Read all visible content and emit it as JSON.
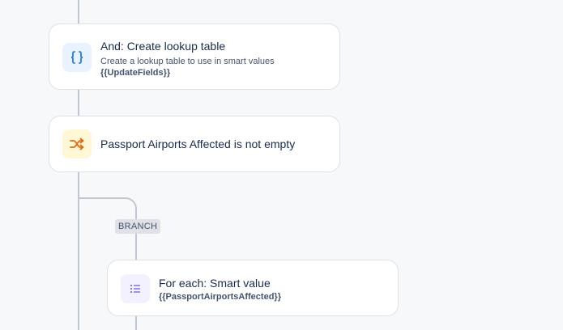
{
  "colors": {
    "canvas_bg": "#f7f8f9",
    "connector": "#c1c7d0",
    "lookup_icon_bg": "#e9f2ff",
    "lookup_icon_fg": "#1d7afc",
    "condition_icon_bg": "#fff7d6",
    "condition_icon_fg": "#e56910",
    "foreach_icon_bg": "#f3f0ff",
    "foreach_icon_fg": "#8270db"
  },
  "rules": [
    {
      "icon": "curly-braces-icon",
      "title": "And: Create lookup table",
      "description": "Create a lookup table to use in smart values",
      "smart_value": "{{UpdateFields}}"
    },
    {
      "icon": "shuffle-branch-icon",
      "title": "Passport Airports Affected is not empty"
    },
    {
      "icon": "list-icon",
      "title": "For each: Smart value",
      "smart_value": "{{PassportAirportsAffected}}"
    }
  ],
  "branch": {
    "label": "BRANCH"
  }
}
